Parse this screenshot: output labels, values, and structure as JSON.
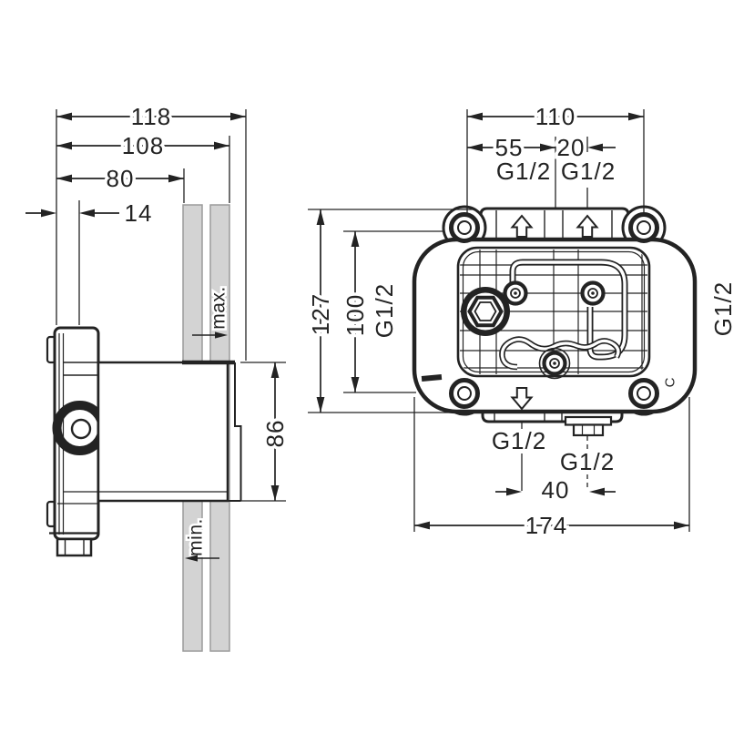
{
  "drawing": {
    "colors": {
      "line": "#232323",
      "wall_fill": "#d3d3d3",
      "wall_edge": "#9b9b9b",
      "background": "#ffffff"
    },
    "side_view": {
      "dim_118": "118",
      "dim_108": "108",
      "dim_80": "80",
      "dim_14": "14",
      "dim_86": "86",
      "label_max": "max.",
      "label_min": "min."
    },
    "front_view": {
      "dim_110": "110",
      "dim_55": "55",
      "dim_20": "20",
      "dim_127": "127",
      "dim_100": "100",
      "dim_40": "40",
      "dim_174": "174",
      "port_top_left": "G1/2",
      "port_top_right": "G1/2",
      "port_side_left": "G1/2",
      "port_side_right": "G1/2",
      "port_bottom_left": "G1/2",
      "port_bottom_right": "G1/2",
      "mold_mark": "C"
    }
  }
}
